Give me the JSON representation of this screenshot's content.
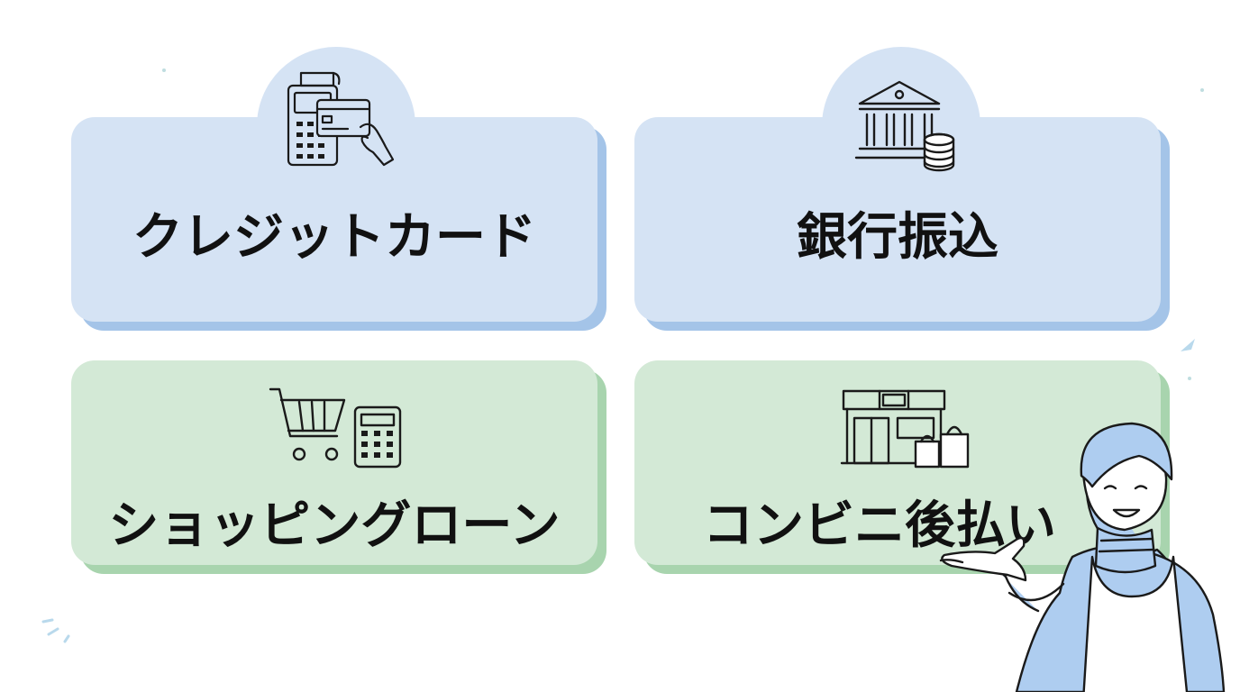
{
  "options": [
    {
      "label": "クレジットカード",
      "icon": "credit-card-terminal-icon",
      "color": "#d5e3f4"
    },
    {
      "label": "銀行振込",
      "icon": "bank-coins-icon",
      "color": "#d5e3f4"
    },
    {
      "label": "ショッピングローン",
      "icon": "cart-calculator-icon",
      "color": "#d3e9d6"
    },
    {
      "label": "コンビニ後払い",
      "icon": "store-bags-icon",
      "color": "#d3e9d6"
    }
  ],
  "colors": {
    "blue_card": "#d5e3f4",
    "blue_shadow": "#a4c4e8",
    "green_card": "#d3e9d6",
    "green_shadow": "#a8d4ae",
    "text": "#111111"
  }
}
